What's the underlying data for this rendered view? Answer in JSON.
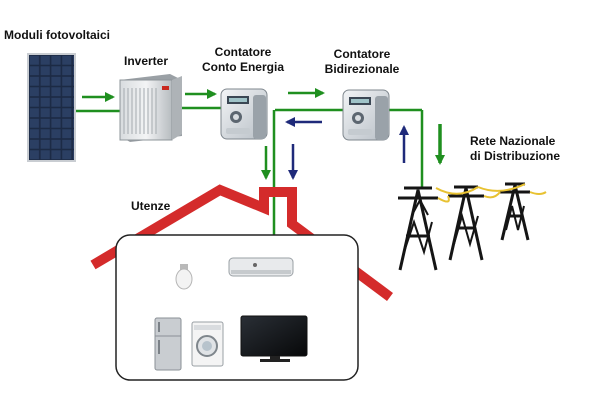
{
  "labels": {
    "pv_modules": "Moduli fotovoltaici",
    "inverter": "Inverter",
    "meter_energy_line1": "Contatore",
    "meter_energy_line2": "Conto Energia",
    "meter_bidir_line1": "Contatore",
    "meter_bidir_line2": "Bidirezionale",
    "grid_line1": "Rete Nazionale",
    "grid_line2": "di Distribuzione",
    "utenze": "Utenze"
  },
  "icons": {
    "pv_panel": "solar-panel-icon",
    "inverter": "inverter-icon",
    "meter": "electric-meter-icon",
    "pylon": "power-pylon-icon",
    "house": "house-roof-icon",
    "bulb": "light-bulb-icon",
    "air_conditioner": "air-conditioner-icon",
    "fridge": "fridge-icon",
    "washer": "washing-machine-icon",
    "tv": "tv-icon"
  },
  "colors": {
    "green_flow": "#1f8f1f",
    "blue_flow": "#1f2a7a",
    "roof_red": "#d42b2b",
    "panel_blue": "#1c2a44",
    "cable_yellow": "#e8c232"
  }
}
